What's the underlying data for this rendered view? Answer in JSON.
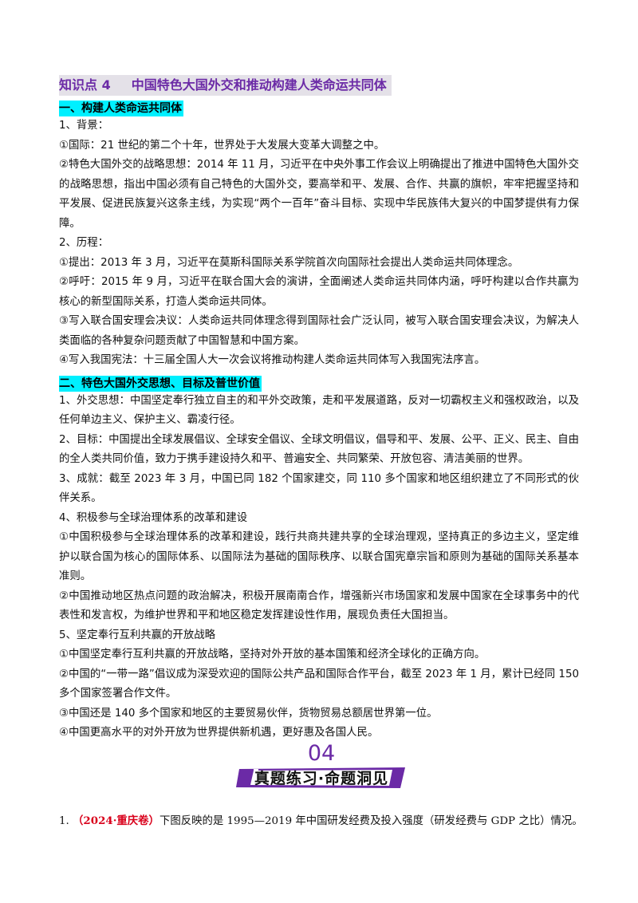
{
  "kp": {
    "num": "知识点 4",
    "title": "中国特色大国外交和推动构建人类命运共同体"
  },
  "sec1": {
    "title": "一、构建人类命运共同体",
    "paras": [
      "1、背景：",
      "①国际：21 世纪的第二个十年，世界处于大发展大变革大调整之中。",
      "②特色大国外交的战略思想：2014 年 11 月，习近平在中央外事工作会议上明确提出了推进中国特色大国外交的战略思想，指出中国必须有自己特色的大国外交，要高举和平、发展、合作、共赢的旗帜，牢牢把握坚持和平发展、促进民族复兴这条主线，为实现“两个一百年”奋斗目标、实现中华民族伟大复兴的中国梦提供有力保障。",
      "2、历程：",
      "①提出：2013 年 3 月，习近平在莫斯科国际关系学院首次向国际社会提出人类命运共同体理念。",
      "②呼吁：2015 年 9 月，习近平在联合国大会的演讲，全面阐述人类命运共同体内涵，呼吁构建以合作共赢为核心的新型国际关系，打造人类命运共同体。",
      "③写入联合国安理会决议：人类命运共同体理念得到国际社会广泛认同，被写入联合国安理会决议，为解决人类面临的各种复杂问题贡献了中国智慧和中国方案。",
      "④写入我国宪法：十三届全国人大一次会议将推动构建人类命运共同体写入我国宪法序言。"
    ]
  },
  "sec2": {
    "title": "二、特色大国外交思想、目标及普世价值",
    "paras": [
      "1、外交思想：中国坚定奉行独立自主的和平外交政策，走和平发展道路，反对一切霸权主义和强权政治，以及任何单边主义、保护主义、霸凌行径。",
      "2、目标：中国提出全球发展倡议、全球安全倡议、全球文明倡议，倡导和平、发展、公平、正义、民主、自由的全人类共同价值，致力于携手建设持久和平、普遍安全、共同繁荣、开放包容、清洁美丽的世界。",
      "3、成就：截至 2023 年 3 月，中国已同 182 个国家建交，同 110 多个国家和地区组织建立了不同形式的伙伴关系。",
      "4、积极参与全球治理体系的改革和建设",
      "①中国积极参与全球治理体系的改革和建设，践行共商共建共享的全球治理观，坚持真正的多边主义，坚定维护以联合国为核心的国际体系、以国际法为基础的国际秩序、以联合国宪章宗旨和原则为基础的国际关系基本准则。",
      "②中国推动地区热点问题的政治解决，积极开展南南合作，增强新兴市场国家和发展中国家在全球事务中的代表性和发言权，为维护世界和平和地区稳定发挥建设性作用，展现负责任大国担当。",
      "5、坚定奉行互利共赢的开放战略",
      "①中国坚定奉行互利共赢的开放战略，坚持对外开放的基本国策和经济全球化的正确方向。",
      "②中国的“一带一路”倡议成为深受欢迎的国际公共产品和国际合作平台，截至 2023 年 1 月，累计已经同 150 多个国家签署合作文件。",
      "③中国还是 140 多个国家和地区的主要贸易伙伴，货物贸易总额居世界第一位。",
      "④中国更高水平的对外开放为世界提供新机遇，更好惠及各国人民。"
    ]
  },
  "banner": {
    "num": "04",
    "label": "真题练习·命题洞见"
  },
  "q1": {
    "num": "1.",
    "source": "（2024·重庆卷）",
    "text": "下图反映的是 1995—2019 年中国研发经费及投入强度（研发经费与 GDP 之比）情况。"
  }
}
